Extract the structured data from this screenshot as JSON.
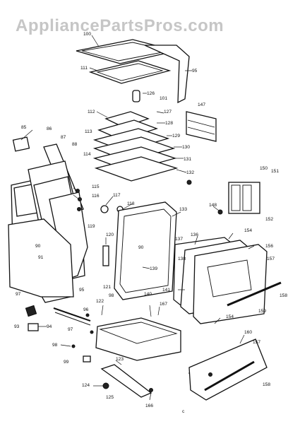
{
  "watermark": "AppliancePartsPros.com",
  "corner_mark": "c",
  "labels": {
    "p100": "100",
    "p111": "111",
    "p95_top": "95",
    "p126": "126",
    "p101": "101",
    "p147": "147",
    "p112": "112",
    "p127": "127",
    "p128": "128",
    "p113": "113",
    "p129": "129",
    "p130": "130",
    "p131": "131",
    "p132": "132",
    "p85": "85",
    "p86": "86",
    "p87": "87",
    "p88": "88",
    "p114": "114",
    "p115": "115",
    "p116": "116",
    "p117": "117",
    "p118": "118",
    "p119": "119",
    "p133": "133",
    "p148": "148",
    "p150": "150",
    "p151": "151",
    "p152": "152",
    "p120": "120",
    "p137": "137",
    "p90_door": "90",
    "p136": "136",
    "p154_top": "154",
    "p156": "156",
    "p90_left": "90",
    "p91": "91",
    "p138": "138",
    "p139": "139",
    "p157_top": "157",
    "p95_left": "95",
    "p121": "121",
    "p140": "140",
    "p141": "141",
    "p158_top": "158",
    "p97_left": "97",
    "p122": "122",
    "p98_top": "98",
    "p167": "167",
    "p159": "159",
    "p96": "96",
    "p154_mid": "154",
    "p93": "93",
    "p94": "94",
    "p97_mid": "97",
    "p160": "160",
    "p157_bot": "157",
    "p98_bot": "98",
    "p123": "123",
    "p99": "99",
    "p124": "124",
    "p125": "125",
    "p158_bot": "158",
    "p166": "166"
  }
}
